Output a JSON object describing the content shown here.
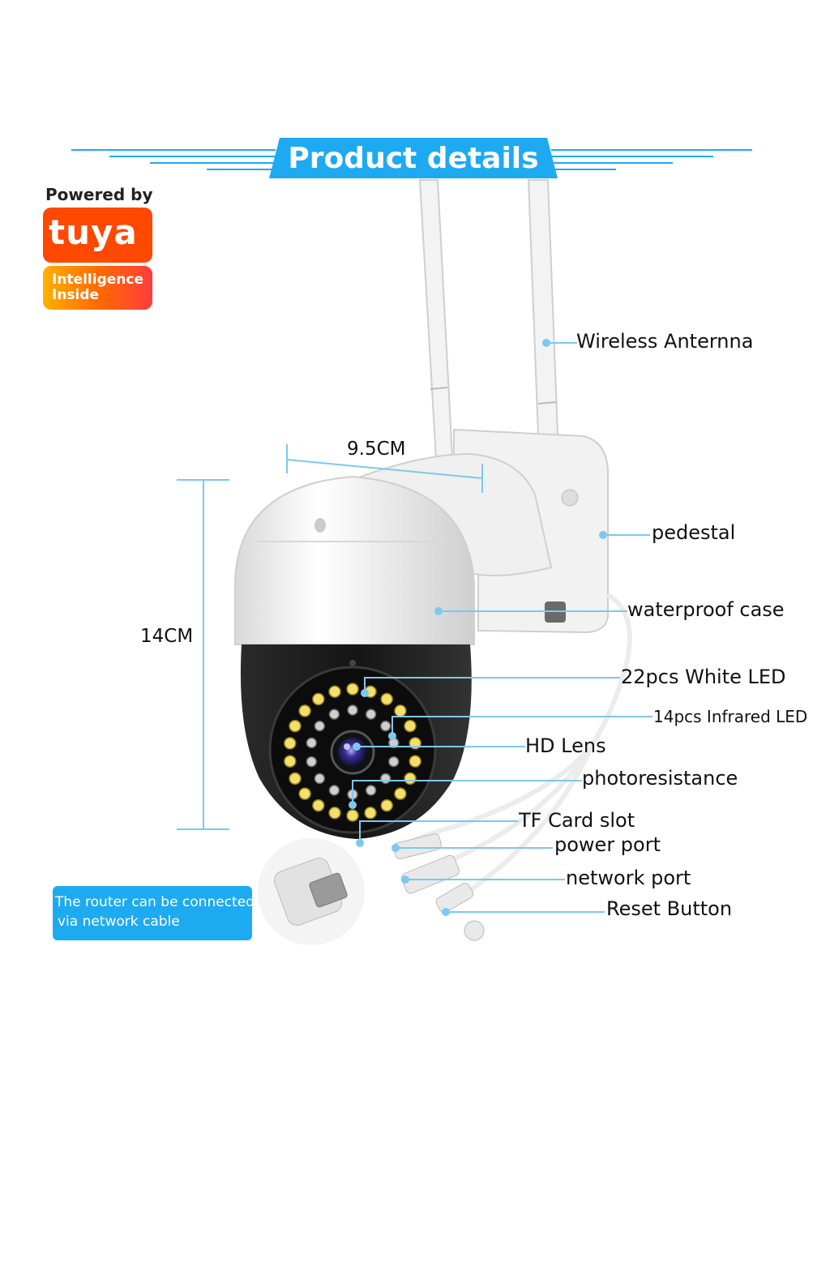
{
  "title": "Product details",
  "brand": {
    "powered_by": "Powered by",
    "name": "tuya",
    "tagline_line1": "Intelligence",
    "tagline_line2": "Inside"
  },
  "dimensions": {
    "width": "9.5CM",
    "height": "14CM"
  },
  "labels": {
    "antenna": "Wireless Anternna",
    "pedestal": "pedestal",
    "waterproof_case": "waterproof case",
    "white_led": "22pcs White LED",
    "infrared_led": "14pcs Infrared LED",
    "hd_lens": "HD Lens",
    "photoresistance": "photoresistance",
    "tf_card_slot": "TF Card slot",
    "power_port": "power port",
    "network_port": "network port",
    "reset_button": "Reset Button"
  },
  "router_note": {
    "line1": "The router can be connected",
    "line2": "via network cable"
  },
  "colors": {
    "accent": "#1eaaf1",
    "tuya_orange": "#ff4800",
    "leader_line": "#7cc8ef"
  }
}
